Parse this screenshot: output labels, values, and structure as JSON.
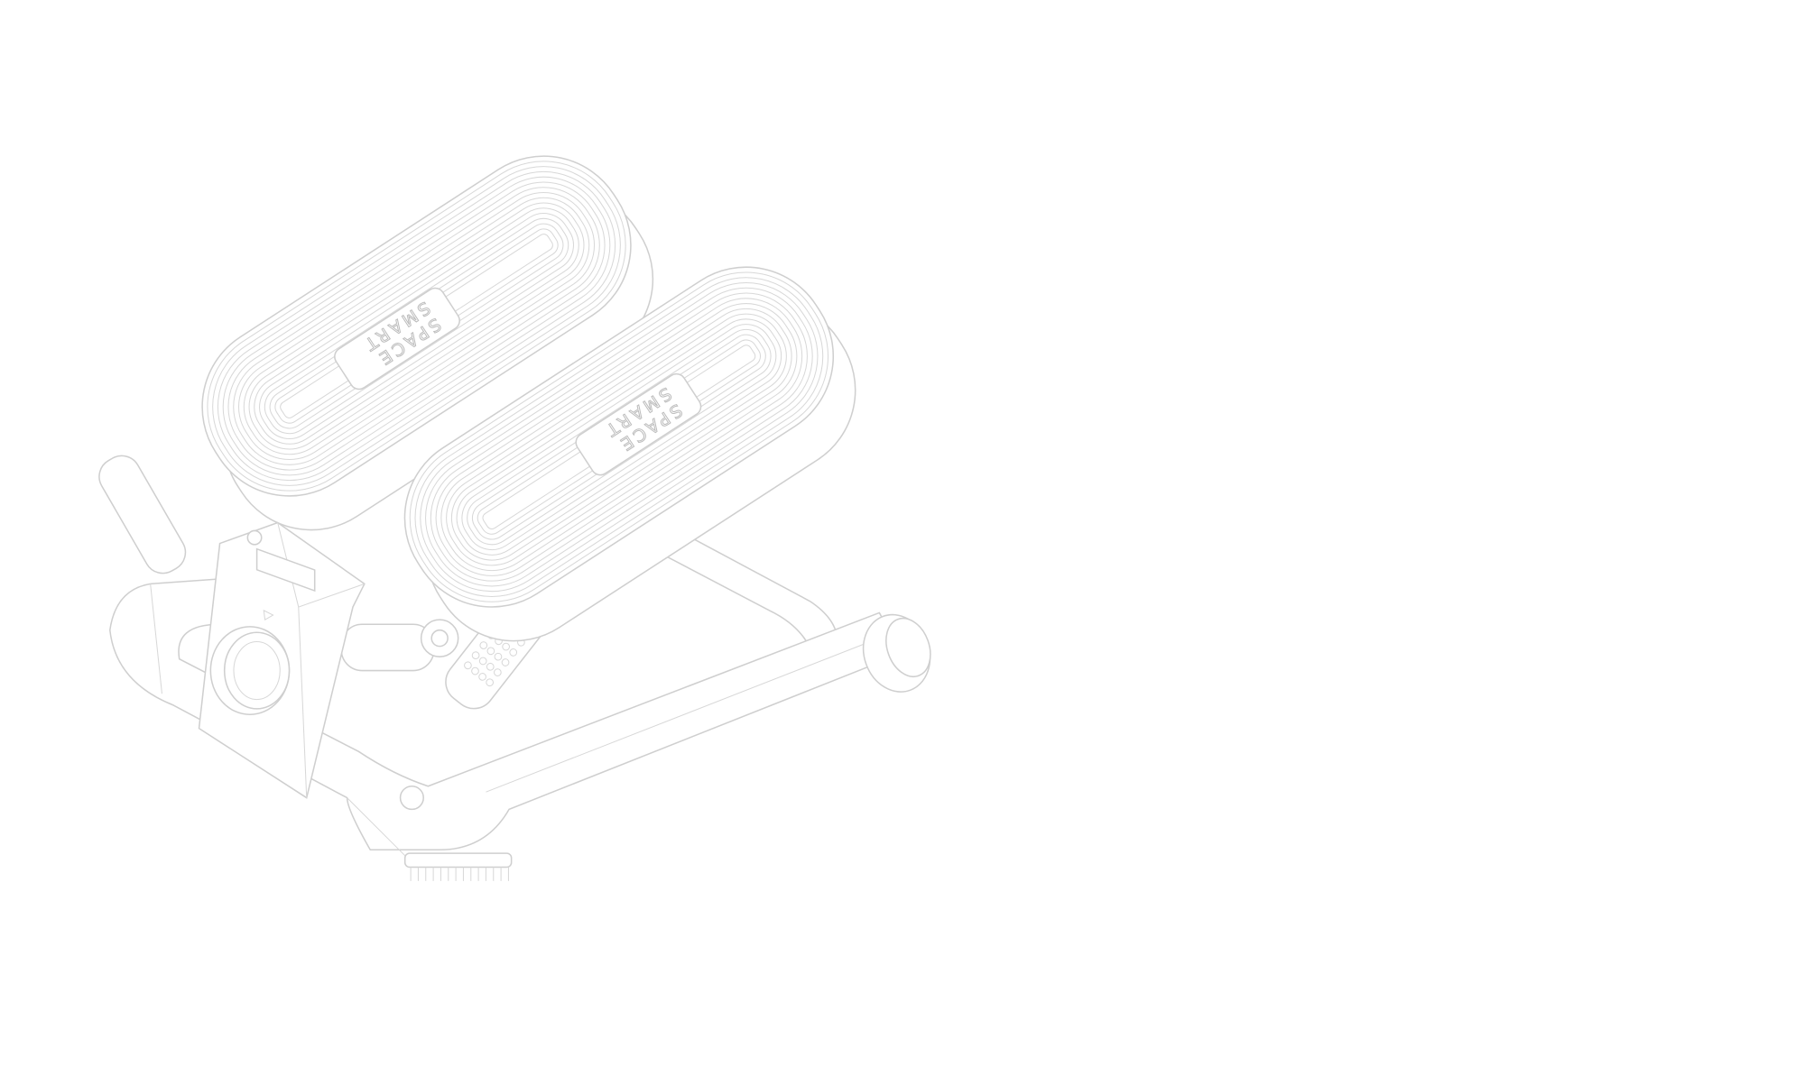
{
  "product": {
    "name": "stepper-machine-line-drawing",
    "logo_line1": "SPACE",
    "logo_line2": "SMART"
  },
  "colors": {
    "background": "#ffffff",
    "line": "#cfcfcf"
  }
}
